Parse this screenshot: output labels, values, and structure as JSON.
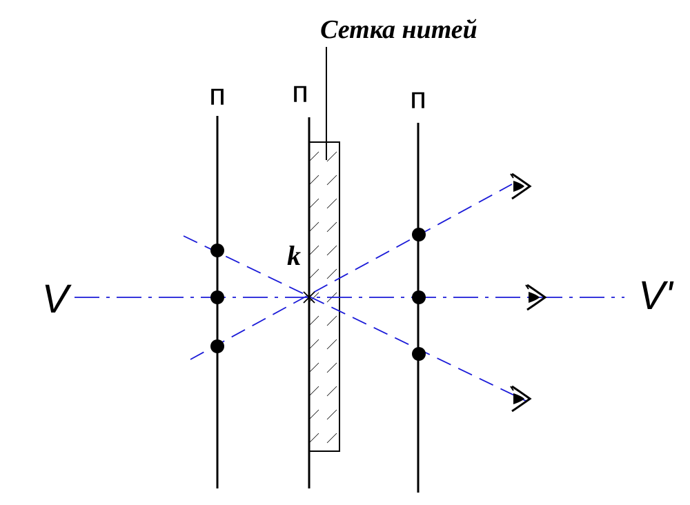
{
  "labels": {
    "reticle": "Сетка нитей",
    "thread_left": "п",
    "thread_middle": "п",
    "thread_right": "п",
    "point_k": "k",
    "axis_start": "V",
    "axis_end": "V'"
  },
  "colors": {
    "ray": "#1a1ad8",
    "line": "#000000"
  },
  "icons": [
    "eye-icon"
  ]
}
